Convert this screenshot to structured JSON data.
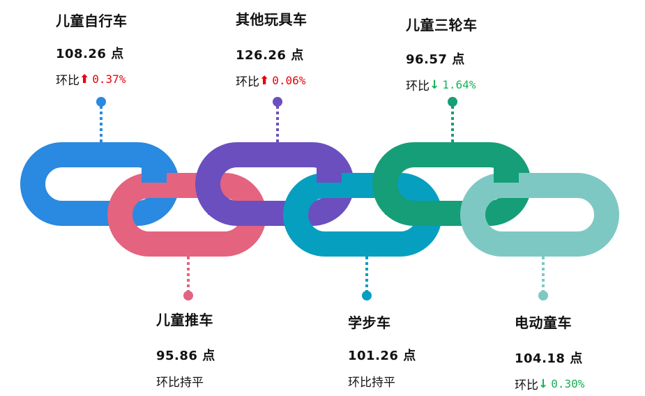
{
  "items": [
    {
      "name": "儿童自行车",
      "score": "108.26 点",
      "mom_label": "环比",
      "direction": "up",
      "arrow": "⬆",
      "pct": "0.37%",
      "color": "#2a89e0"
    },
    {
      "name": "儿童推车",
      "score": "95.86 点",
      "mom_label": "环比持平",
      "direction": "flat",
      "arrow": "",
      "pct": "",
      "color": "#e4637f"
    },
    {
      "name": "其他玩具车",
      "score": "126.26 点",
      "mom_label": "环比",
      "direction": "up",
      "arrow": "⬆",
      "pct": "0.06%",
      "color": "#6b4fbe"
    },
    {
      "name": "学步车",
      "score": "101.26 点",
      "mom_label": "环比持平",
      "direction": "flat",
      "arrow": "",
      "pct": "",
      "color": "#079fbf"
    },
    {
      "name": "儿童三轮车",
      "score": "96.57 点",
      "mom_label": "环比",
      "direction": "down",
      "arrow": "↓",
      "pct": "1.64%",
      "color": "#159e78"
    },
    {
      "name": "电动童车",
      "score": "104.18 点",
      "mom_label": "环比",
      "direction": "down",
      "arrow": "↓",
      "pct": "0.30%",
      "color": "#7ec8c4"
    }
  ]
}
